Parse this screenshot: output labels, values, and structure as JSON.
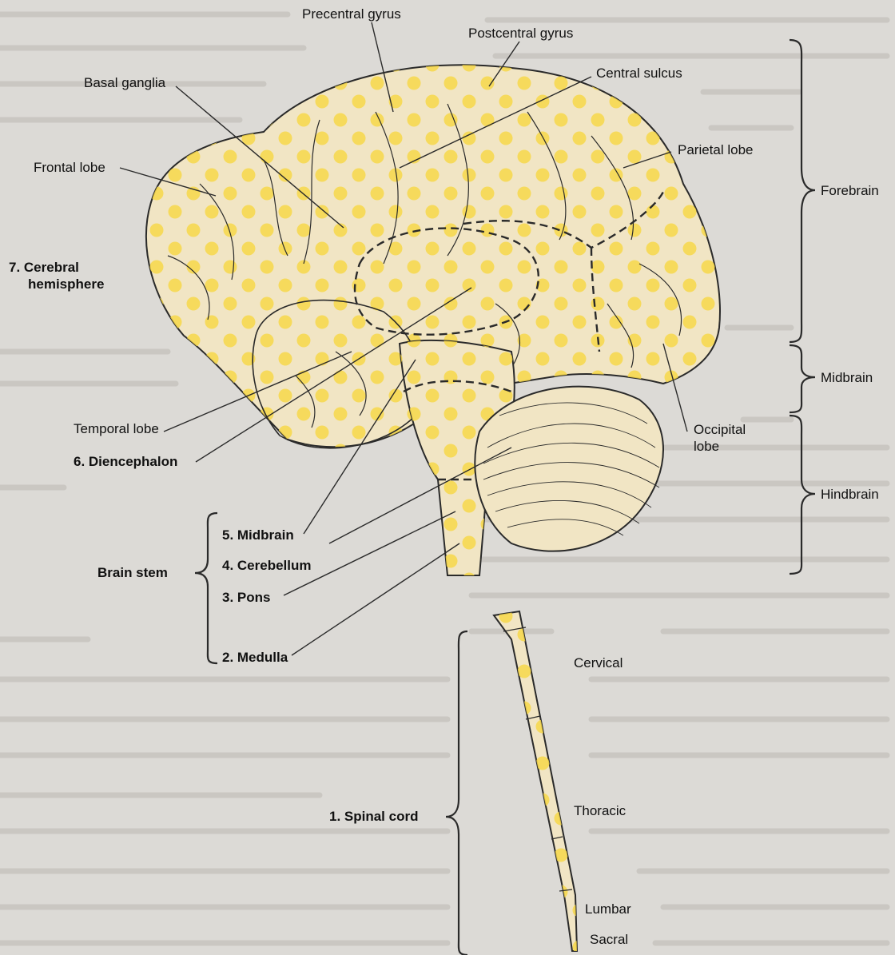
{
  "labels": {
    "precentral_gyrus": "Precentral gyrus",
    "postcentral_gyrus": "Postcentral gyrus",
    "basal_ganglia": "Basal ganglia",
    "central_sulcus": "Central sulcus",
    "frontal_lobe": "Frontal lobe",
    "parietal_lobe": "Parietal lobe",
    "cerebral_hemisphere_line1": "7. Cerebral",
    "cerebral_hemisphere_line2": "hemisphere",
    "temporal_lobe": "Temporal lobe",
    "diencephalon": "6. Diencephalon",
    "occipital_lobe_line1": "Occipital",
    "occipital_lobe_line2": "lobe",
    "midbrain_num": "5. Midbrain",
    "cerebellum_num": "4. Cerebellum",
    "pons_num": "3. Pons",
    "medulla_num": "2. Medulla",
    "brain_stem": "Brain stem",
    "spinal_cord": "1. Spinal cord",
    "cervical": "Cervical",
    "thoracic": "Thoracic",
    "lumbar": "Lumbar",
    "sacral": "Sacral"
  },
  "divisions": {
    "forebrain": "Forebrain",
    "midbrain": "Midbrain",
    "hindbrain": "Hindbrain"
  },
  "colors": {
    "paper": "#dcdad6",
    "tissue": "#f1e5c4",
    "spot": "#f7d84a",
    "ink": "#2a2a2a"
  }
}
